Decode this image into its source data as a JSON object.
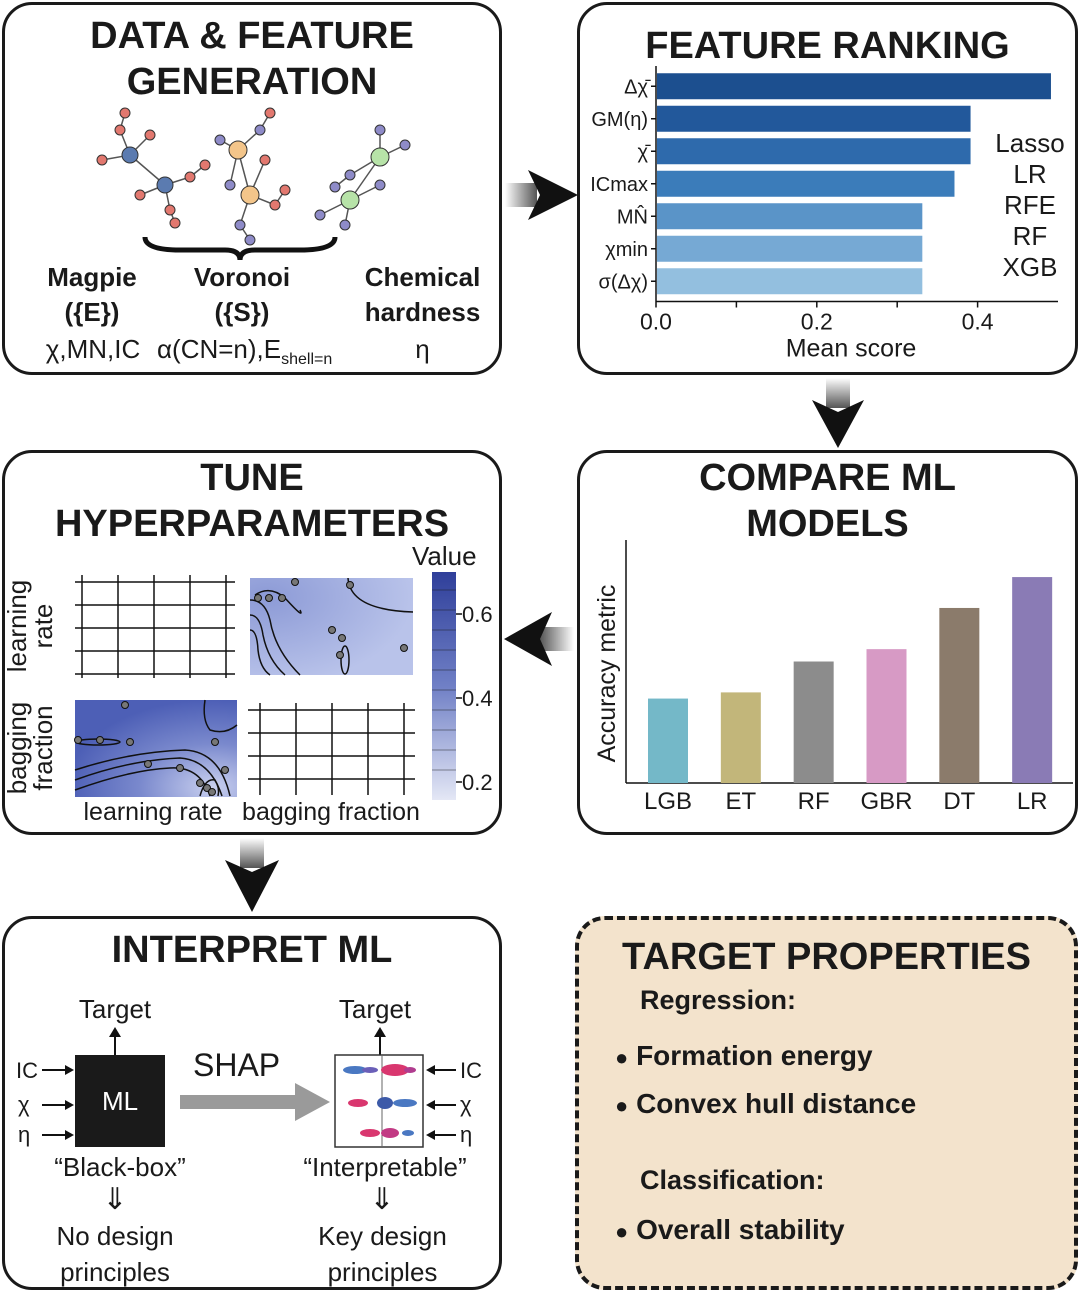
{
  "panel_data": {
    "title": "DATA & FEATURE\nGENERATION",
    "groups": [
      {
        "name": "Magpie",
        "set": "({E})",
        "features": "χ,MN,IC"
      },
      {
        "name": "Voronoi",
        "set": "({S})",
        "features_main": "α(CN=n),E",
        "features_sub": "shell=n"
      },
      {
        "name": "Chemical",
        "set": "hardness",
        "features": "η"
      }
    ]
  },
  "panel_ranking": {
    "title": "FEATURE RANKING",
    "methods": [
      "Lasso",
      "LR",
      "RFE",
      "RF",
      "XGB"
    ]
  },
  "panel_tune": {
    "title": "TUNE\nHYPERPARAMETERS",
    "y_labels": [
      "learning\nrate",
      "bagging\nfraction"
    ],
    "x_labels": [
      "learning rate",
      "bagging fraction"
    ],
    "colorbar": {
      "title": "Value",
      "ticks": [
        "0.6",
        "0.4",
        "0.2"
      ],
      "top_color": "#2f3f9a",
      "bottom_color": "#e6e9f6"
    }
  },
  "panel_compare": {
    "title": "COMPARE ML\nMODELS"
  },
  "panel_interpret": {
    "title": "INTERPRET ML",
    "target_left": "Target",
    "target_right": "Target",
    "inputs": [
      "IC",
      "χ",
      "η"
    ],
    "ml_box": "ML",
    "shap": "SHAP",
    "left_caption": "“Black-box”",
    "right_caption": "“Interpretable”",
    "down_arrow": "⇓",
    "left_result": "No design\nprinciples",
    "right_result": "Key design\nprinciples"
  },
  "panel_target": {
    "title": "TARGET PROPERTIES",
    "regression_label": "Regression:",
    "regression_items": [
      "Formation energy",
      "Convex hull distance"
    ],
    "classification_label": "Classification:",
    "classification_items": [
      "Overall stability"
    ],
    "background": "#f3e3cc"
  },
  "chart_data": [
    {
      "type": "bar",
      "orientation": "horizontal",
      "categories": [
        "Δχ̄",
        "GM(η)",
        "χ̄",
        "ICmax",
        "MN̂",
        "χmin",
        "σ(Δχ)"
      ],
      "values": [
        0.49,
        0.39,
        0.39,
        0.37,
        0.33,
        0.33,
        0.33
      ],
      "xlabel": "Mean score",
      "xlim": [
        0,
        0.5
      ],
      "xticks": [
        "0.0",
        "0.2",
        "0.4"
      ],
      "colors": [
        "#1c4f8f",
        "#22589b",
        "#2e6aac",
        "#3b7cba",
        "#5a94c8",
        "#76a9d4",
        "#93bfdf"
      ]
    },
    {
      "type": "bar",
      "categories": [
        "LGB",
        "ET",
        "RF",
        "GBR",
        "DT",
        "LR"
      ],
      "values": [
        0.41,
        0.44,
        0.59,
        0.65,
        0.85,
        1.0
      ],
      "ylabel": "Accuracy metric",
      "ylim": [
        0,
        1.18
      ],
      "colors": [
        "#74b8c8",
        "#c2b67a",
        "#8c8c8c",
        "#d79ac5",
        "#8b7b6b",
        "#8a7bb5"
      ]
    }
  ]
}
